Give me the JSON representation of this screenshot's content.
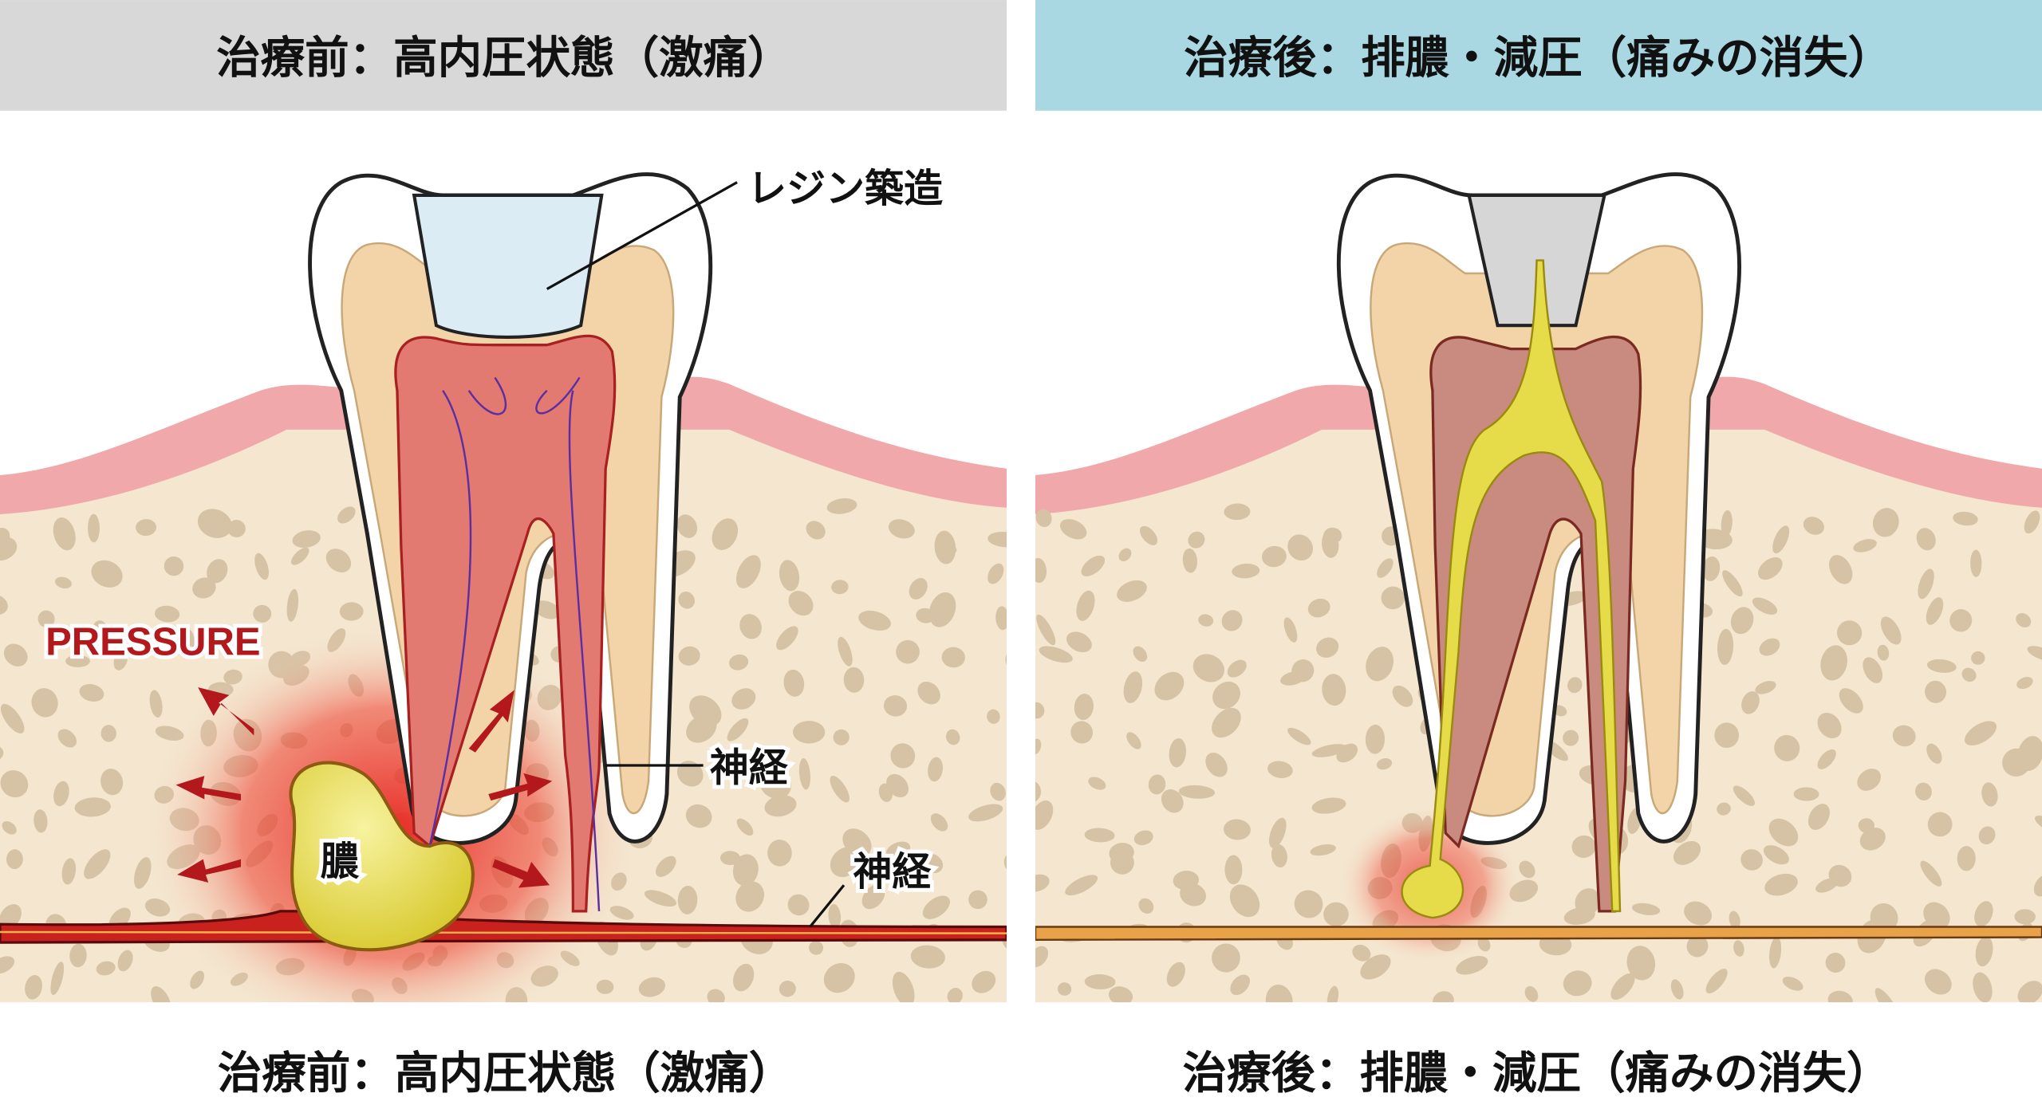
{
  "before": {
    "header": "治療前：高内圧状態（激痛）",
    "caption": "治療前：高内圧状態（激痛）",
    "labels": {
      "resin_core": "レジン築造",
      "nerve_1": "神経",
      "nerve_2": "神経",
      "pus": "膿",
      "pressure": "PRESSURE"
    }
  },
  "after": {
    "header": "治療後：排膿・減圧（痛みの消失）",
    "caption": "治療後：排膿・減圧（痛みの消失）"
  },
  "colors": {
    "before_header_bg": "#d8d8d8",
    "after_header_bg": "#a9d7e2",
    "gum": "#f0a8aa",
    "bone": "#f4e6cf",
    "bone_spot": "#d6c2a4",
    "dentin": "#f3d3a8",
    "pulp_inflamed": "#d9534f",
    "pus": "#e6dc4a",
    "pressure_red": "#b3181c",
    "nerve_after": "#e8a24a"
  }
}
